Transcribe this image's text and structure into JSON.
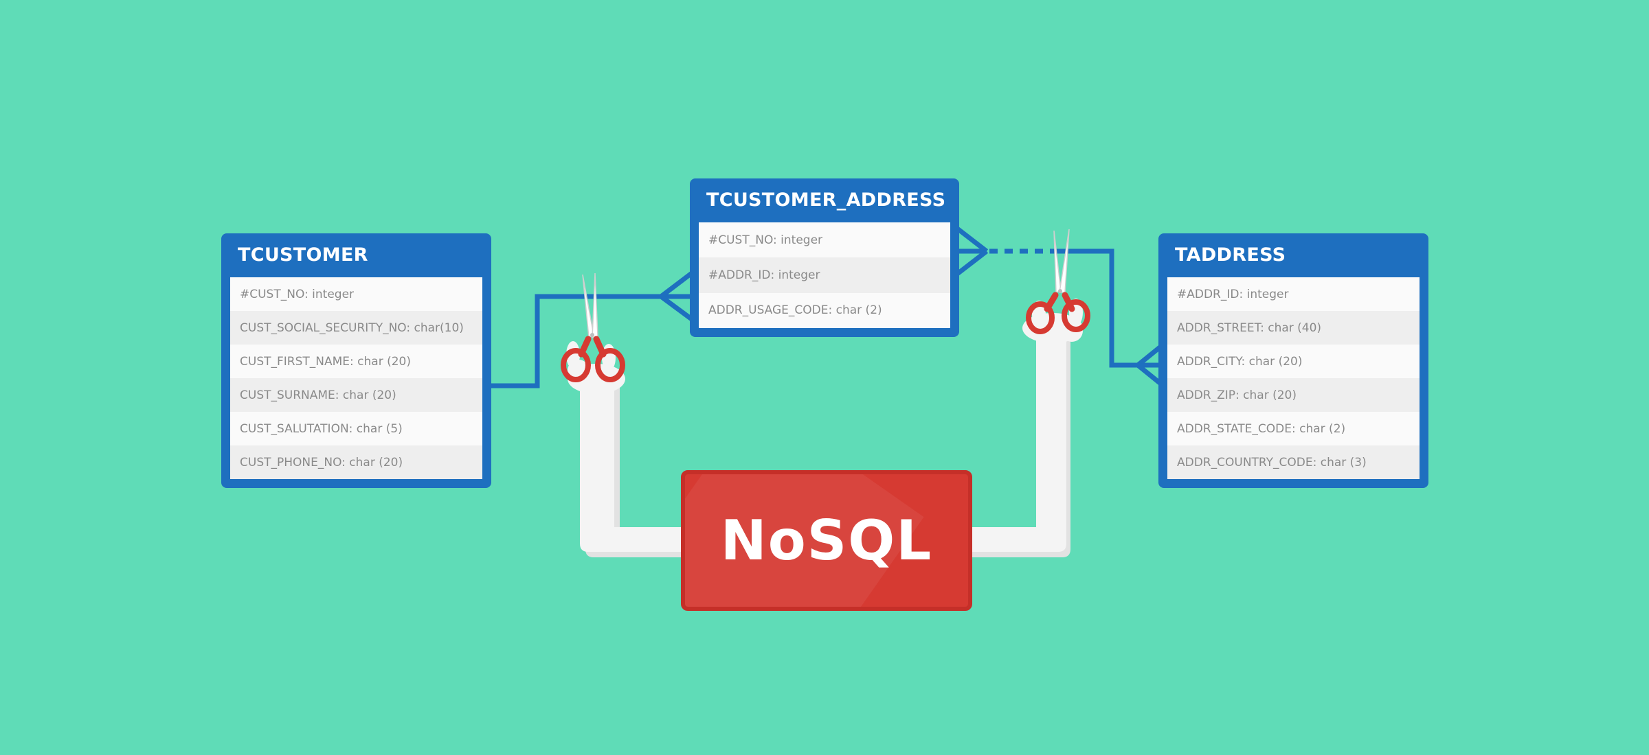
{
  "tables": {
    "tcustomer": {
      "title": "TCUSTOMER",
      "rows": [
        "#CUST_NO: integer",
        "CUST_SOCIAL_SECURITY_NO: char(10)",
        "CUST_FIRST_NAME: char (20)",
        "CUST_SURNAME: char (20)",
        "CUST_SALUTATION: char (5)",
        "CUST_PHONE_NO: char (20)"
      ]
    },
    "tcustomer_address": {
      "title": "TCUSTOMER_ADDRESS",
      "rows": [
        "#CUST_NO: integer",
        "#ADDR_ID: integer",
        "ADDR_USAGE_CODE: char (2)"
      ]
    },
    "taddress": {
      "title": "TADDRESS",
      "rows": [
        "#ADDR_ID: integer",
        "ADDR_STREET: char (40)",
        "ADDR_CITY: char (20)",
        "ADDR_ZIP: char (20)",
        "ADDR_STATE_CODE: char (2)",
        "ADDR_COUNTRY_CODE: char (3)"
      ]
    }
  },
  "badge": {
    "label": "NoSQL"
  },
  "colors": {
    "background": "#5fdcb7",
    "table_header": "#1e6fbf",
    "badge": "#d63a32",
    "scissors": "#d63a32",
    "arm": "#f4f4f4"
  },
  "icons": [
    "scissors-icon",
    "hand-icon",
    "crows-foot-connector"
  ]
}
